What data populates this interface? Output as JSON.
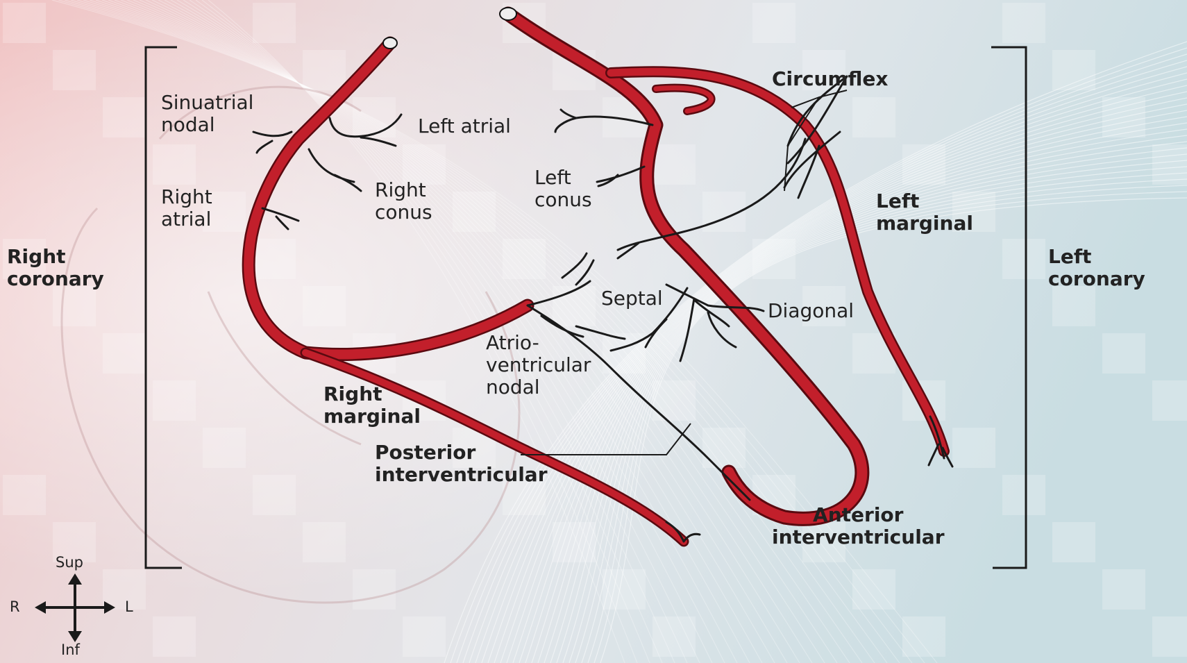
{
  "diagram": {
    "groups": {
      "right_coronary": [
        "Right",
        "coronary"
      ],
      "left_coronary": [
        "Left",
        "coronary"
      ]
    },
    "labels": {
      "sinuatrial_nodal": [
        "Sinuatrial",
        "nodal"
      ],
      "left_atrial": [
        "Left atrial"
      ],
      "right_atrial": [
        "Right",
        "atrial"
      ],
      "right_conus": [
        "Right",
        "conus"
      ],
      "left_conus": [
        "Left",
        "conus"
      ],
      "circumflex": [
        "Circumflex"
      ],
      "left_marginal": [
        "Left",
        "marginal"
      ],
      "septal": [
        "Septal"
      ],
      "diagonal": [
        "Diagonal"
      ],
      "atrioventricular_nodal": [
        "Atrio-",
        "ventricular",
        "nodal"
      ],
      "right_marginal": [
        "Right",
        "marginal"
      ],
      "posterior_interventricular": [
        "Posterior",
        "interventricular"
      ],
      "anterior_interventricular": [
        "Anterior",
        "interventricular"
      ]
    },
    "compass": {
      "up": "Sup",
      "down": "Inf",
      "left": "R",
      "right": "L"
    },
    "colors": {
      "artery": "#c21f2b",
      "artery_dark": "#7a0f16",
      "outline": "#1a1a1a",
      "bg_left": "#f1c4c4",
      "bg_right": "#c9dde2"
    }
  }
}
